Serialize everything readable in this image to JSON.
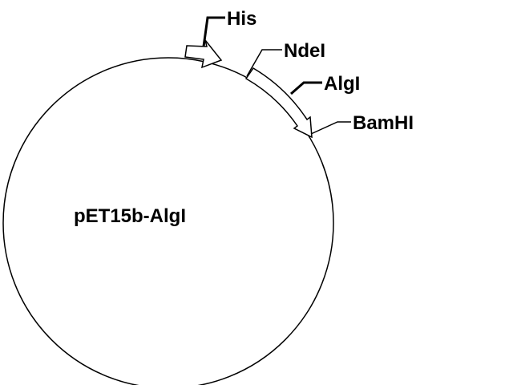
{
  "plasmid": {
    "name": "pET15b-AlgI"
  },
  "features": {
    "his": "His",
    "ndei": "NdeI",
    "algi": "AlgI",
    "bamhi": "BamHI"
  },
  "colors": {
    "stroke": "#000000",
    "background": "#ffffff",
    "feature_fill": "#ffffff"
  }
}
